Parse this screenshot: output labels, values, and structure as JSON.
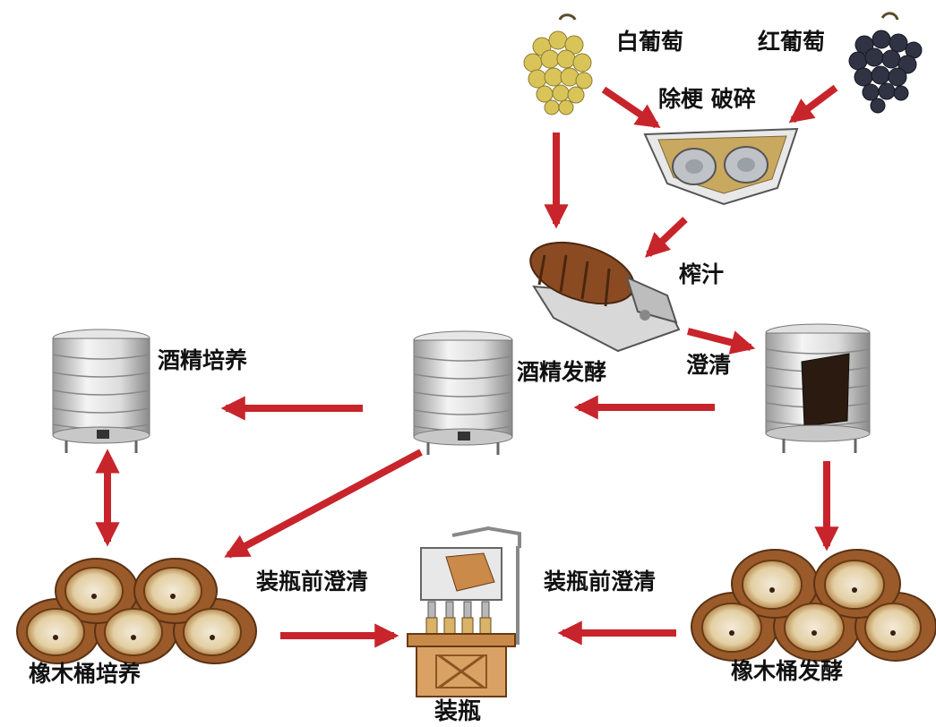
{
  "labels": {
    "white_grape": "白葡萄",
    "red_grape": "红葡萄",
    "destem_crush": "除梗 破碎",
    "press": "榨汁",
    "clarify": "澄清",
    "alcohol_ferment": "酒精发酵",
    "alcohol_cultivate": "酒精培养",
    "pre_bottling_clarify_left": "装瓶前澄清",
    "pre_bottling_clarify_right": "装瓶前澄清",
    "oak_barrel_cultivate": "橡木桶培养",
    "oak_barrel_ferment": "橡木桶发酵",
    "bottling": "装瓶"
  },
  "colors": {
    "arrow": "#c8242b",
    "steel_light": "#eeeeee",
    "steel_dark": "#8a8a8a",
    "wood": "#9a5a2a",
    "wood_dark": "#5a3215",
    "white_grape": "#d9c45a",
    "red_grape": "#2f3344"
  },
  "icons": [
    "white-grape-icon",
    "red-grape-icon",
    "destemmer-crusher-icon",
    "press-machine-icon",
    "clarification-tank-icon",
    "fermentation-tank-icon",
    "cultivation-tank-icon",
    "oak-barrel-stack-icon",
    "bottling-machine-icon",
    "flow-arrow-icon"
  ]
}
